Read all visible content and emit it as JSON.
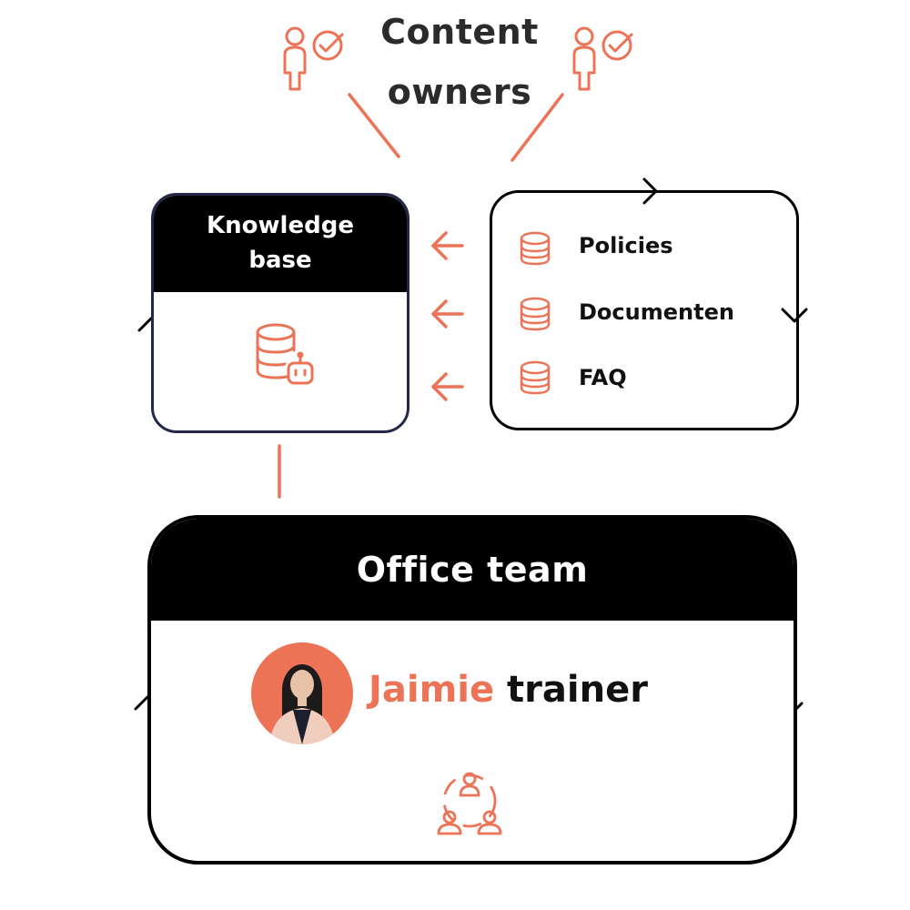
{
  "header": {
    "title_line1": "Content",
    "title_line2": "owners"
  },
  "knowledge_base": {
    "title_line1": "Knowledge",
    "title_line2": "base"
  },
  "sources": {
    "items": [
      {
        "label": "Policies"
      },
      {
        "label": "Documenten"
      },
      {
        "label": "FAQ"
      }
    ]
  },
  "office_team": {
    "title": "Office team",
    "trainer_name": "Jaimie",
    "trainer_role": "trainer"
  },
  "colors": {
    "accent": "#ec7356",
    "dark": "#000000",
    "text": "#2b2b2b"
  }
}
